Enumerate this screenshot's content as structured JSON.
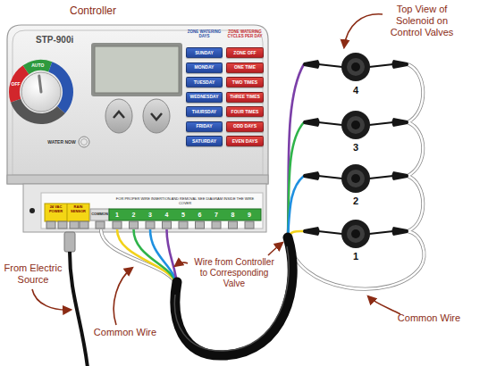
{
  "diagram": {
    "nodes": [
      {
        "text": [
          "Controller",
          "STP-900i"
        ]
      },
      {
        "text": [
          "SUNDAY"
        ],
        "in": 0
      },
      {
        "text": [
          "MONDAY"
        ],
        "in": 0
      },
      {
        "text": [
          "TUESDAY"
        ],
        "in": 0
      },
      {
        "text": [
          "WEDNESDAY"
        ],
        "in": 0
      },
      {
        "text": [
          "THURSDAY"
        ],
        "in": 0
      },
      {
        "text": [
          "FRIDAY"
        ],
        "in": 0
      },
      {
        "text": [
          "SATURDAY"
        ],
        "in": 0
      },
      {
        "text": [
          "ZONE OFF"
        ],
        "in": 0
      },
      {
        "text": [
          "ONE TIME"
        ],
        "in": 0
      },
      {
        "text": [
          "TWO TIMES"
        ],
        "in": 0
      },
      {
        "text": [
          "THREE TIMES"
        ],
        "in": 0
      },
      {
        "text": [
          "FOUR TIMES"
        ],
        "in": 0
      },
      {
        "text": [
          "ODD DAYS"
        ],
        "in": 0
      },
      {
        "text": [
          "EVEN DAYS"
        ],
        "in": 0
      }
    ],
    "labels": [
      "ZONE WATERING DAYS",
      "ZONE WATERING CYCLES PER DAY",
      "OFF",
      "AUTO",
      "WATER NOW",
      "24 VAC POWER",
      "RAIN SENSOR",
      "COMMON",
      "FOR PROPER WIRE INSERTION AND REMOVAL SEE DIAGRAM INSIDE THE WIRE COVER",
      "1",
      "2",
      "3",
      "4",
      "5",
      "6",
      "7",
      "8",
      "9",
      "Top View of Solenoid on Control Valves",
      "4",
      "3",
      "2",
      "1",
      "From Electric Source",
      "Common Wire",
      "Wire from Controller to Corresponding Valve",
      "Common Wire"
    ]
  }
}
